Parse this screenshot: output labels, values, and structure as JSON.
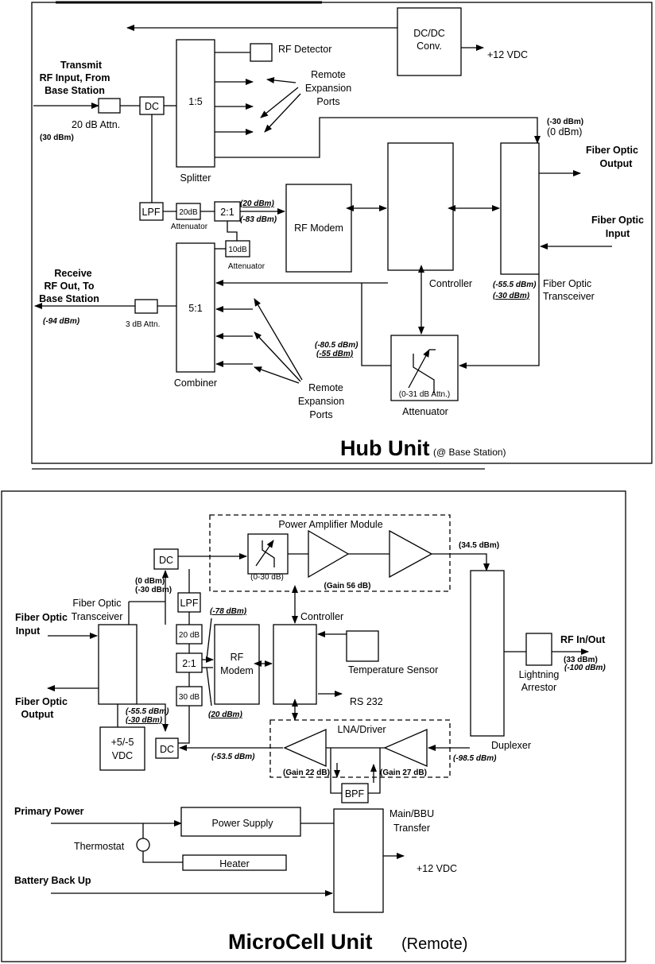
{
  "hub": {
    "title": "Hub Unit",
    "subtitle": "(@ Base Station)",
    "dcdc": [
      "DC/DC",
      "Conv."
    ],
    "plus12": "+12 VDC",
    "rf_detector": "RF Detector",
    "splitter_ratio": "1:5",
    "splitter": "Splitter",
    "remote_ports_top": [
      "Remote",
      "Expansion",
      "Ports"
    ],
    "transmit_input": [
      "Transmit",
      "RF Input, From",
      "Base Station"
    ],
    "dc": "DC",
    "attn20": "20 dB Attn.",
    "p30dbm": "(30 dBm)",
    "lvl_top_a": "(-30 dBm)",
    "lvl_top_b": "(0 dBm)",
    "fiber_output": [
      "Fiber Optic",
      "Output"
    ],
    "fiber_input": [
      "Fiber Optic",
      "Input"
    ],
    "lpf": "LPF",
    "att20db": "20dB",
    "attenuator": "Attenuator",
    "combiner21": "2:1",
    "lvl_20dbm": "(20 dBm)",
    "lvl_m83dbm": "(-83 dBm)",
    "rf_modem": "RF Modem",
    "att10db": "10dB",
    "attenuator2": "Attenuator",
    "controller": "Controller",
    "lvl_m555": "(-55.5 dBm)",
    "lvl_m30": "(-30 dBm)",
    "fot": [
      "Fiber Optic",
      "Transceiver"
    ],
    "receive_output": [
      "Receive",
      "RF Out, To",
      "Base Station"
    ],
    "attn3": "3 dB Attn.",
    "lvl_m94": "(-94 dBm)",
    "combiner_ratio": "5:1",
    "combiner": "Combiner",
    "remote_ports_bottom": [
      "Remote",
      "Expansion",
      "Ports"
    ],
    "lvl_m805": "(-80.5 dBm)",
    "lvl_m55": "(-55 dBm)",
    "var_att_range": "(0-31 dB Attn.)",
    "var_att": "Attenuator"
  },
  "micro": {
    "title": "MicroCell Unit",
    "subtitle": "(Remote)",
    "pam": "Power Amplifier Module",
    "dc_top": "DC",
    "lvl_0dbm": "(0 dBm)",
    "lvl_m30dbm": "(-30 dBm)",
    "att_range": "(0-30 dB)",
    "gain56": "(Gain 56 dB)",
    "lvl_345": "(34.5 dBm)",
    "fot": [
      "Fiber Optic",
      "Transceiver"
    ],
    "fiber_input": [
      "Fiber Optic",
      "Input"
    ],
    "fiber_output": [
      "Fiber Optic",
      "Output"
    ],
    "lpf": "LPF",
    "lvl_m78": "(-78 dBm)",
    "att20": "20 dB",
    "comb21": "2:1",
    "att30": "30 dB",
    "lvl_20": "(20 dBm)",
    "rf_modem": [
      "RF",
      "Modem"
    ],
    "controller": "Controller",
    "temp_sensor": "Temperature Sensor",
    "rs232": "RS 232",
    "duplexer": "Duplexer",
    "rf_inout": "RF In/Out",
    "lvl_33": "(33 dBm)",
    "lvl_m100": "(-100 dBm)",
    "lightning": [
      "Lightning",
      "Arrestor"
    ],
    "lvl_m555": "(-55.5 dBm)",
    "lvl_m30b": "(-30 dBm)",
    "psu_5": [
      "+5/-5",
      "VDC"
    ],
    "dc_bottom": "DC",
    "lvl_m535": "(-53.5 dBm)",
    "lna": "LNA/Driver",
    "gain22": "(Gain 22 dB)",
    "gain27": "(Gain 27 dB)",
    "lvl_m985": "(-98.5 dBm)",
    "bpf": "BPF",
    "primary_power": "Primary Power",
    "power_supply": "Power Supply",
    "thermostat": "Thermostat",
    "heater": "Heater",
    "main_bbu": [
      "Main/BBU",
      "Transfer"
    ],
    "plus12": "+12 VDC",
    "battery": "Battery Back Up"
  }
}
